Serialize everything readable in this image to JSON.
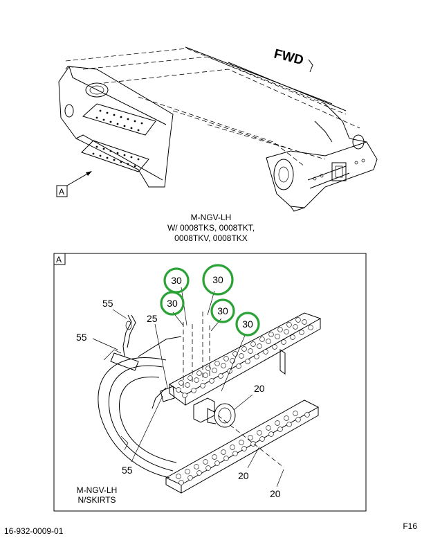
{
  "overview": {
    "direction_label": "FWD",
    "detail_ref": "A",
    "caption_lines": [
      "M-NGV-LH",
      "W/ 0008TKS, 0008TKT,",
      "0008TKV, 0008TKX"
    ]
  },
  "detail": {
    "frame_label": "A",
    "callouts": {
      "c30a": "30",
      "c30b": "30",
      "c30c": "30",
      "c30d": "30",
      "c30e": "30",
      "c55a": "55",
      "c55b": "55",
      "c55c": "55",
      "c25": "25",
      "c20a": "20",
      "c20b": "20",
      "c20c": "20"
    },
    "caption_lines": [
      "M-NGV-LH",
      "N/SKIRTS"
    ]
  },
  "footer": {
    "drawing_number": "16-932-0009-01",
    "sheet": "F16"
  },
  "colors": {
    "highlight": "#2aa236",
    "line": "#000000",
    "background": "#ffffff"
  }
}
